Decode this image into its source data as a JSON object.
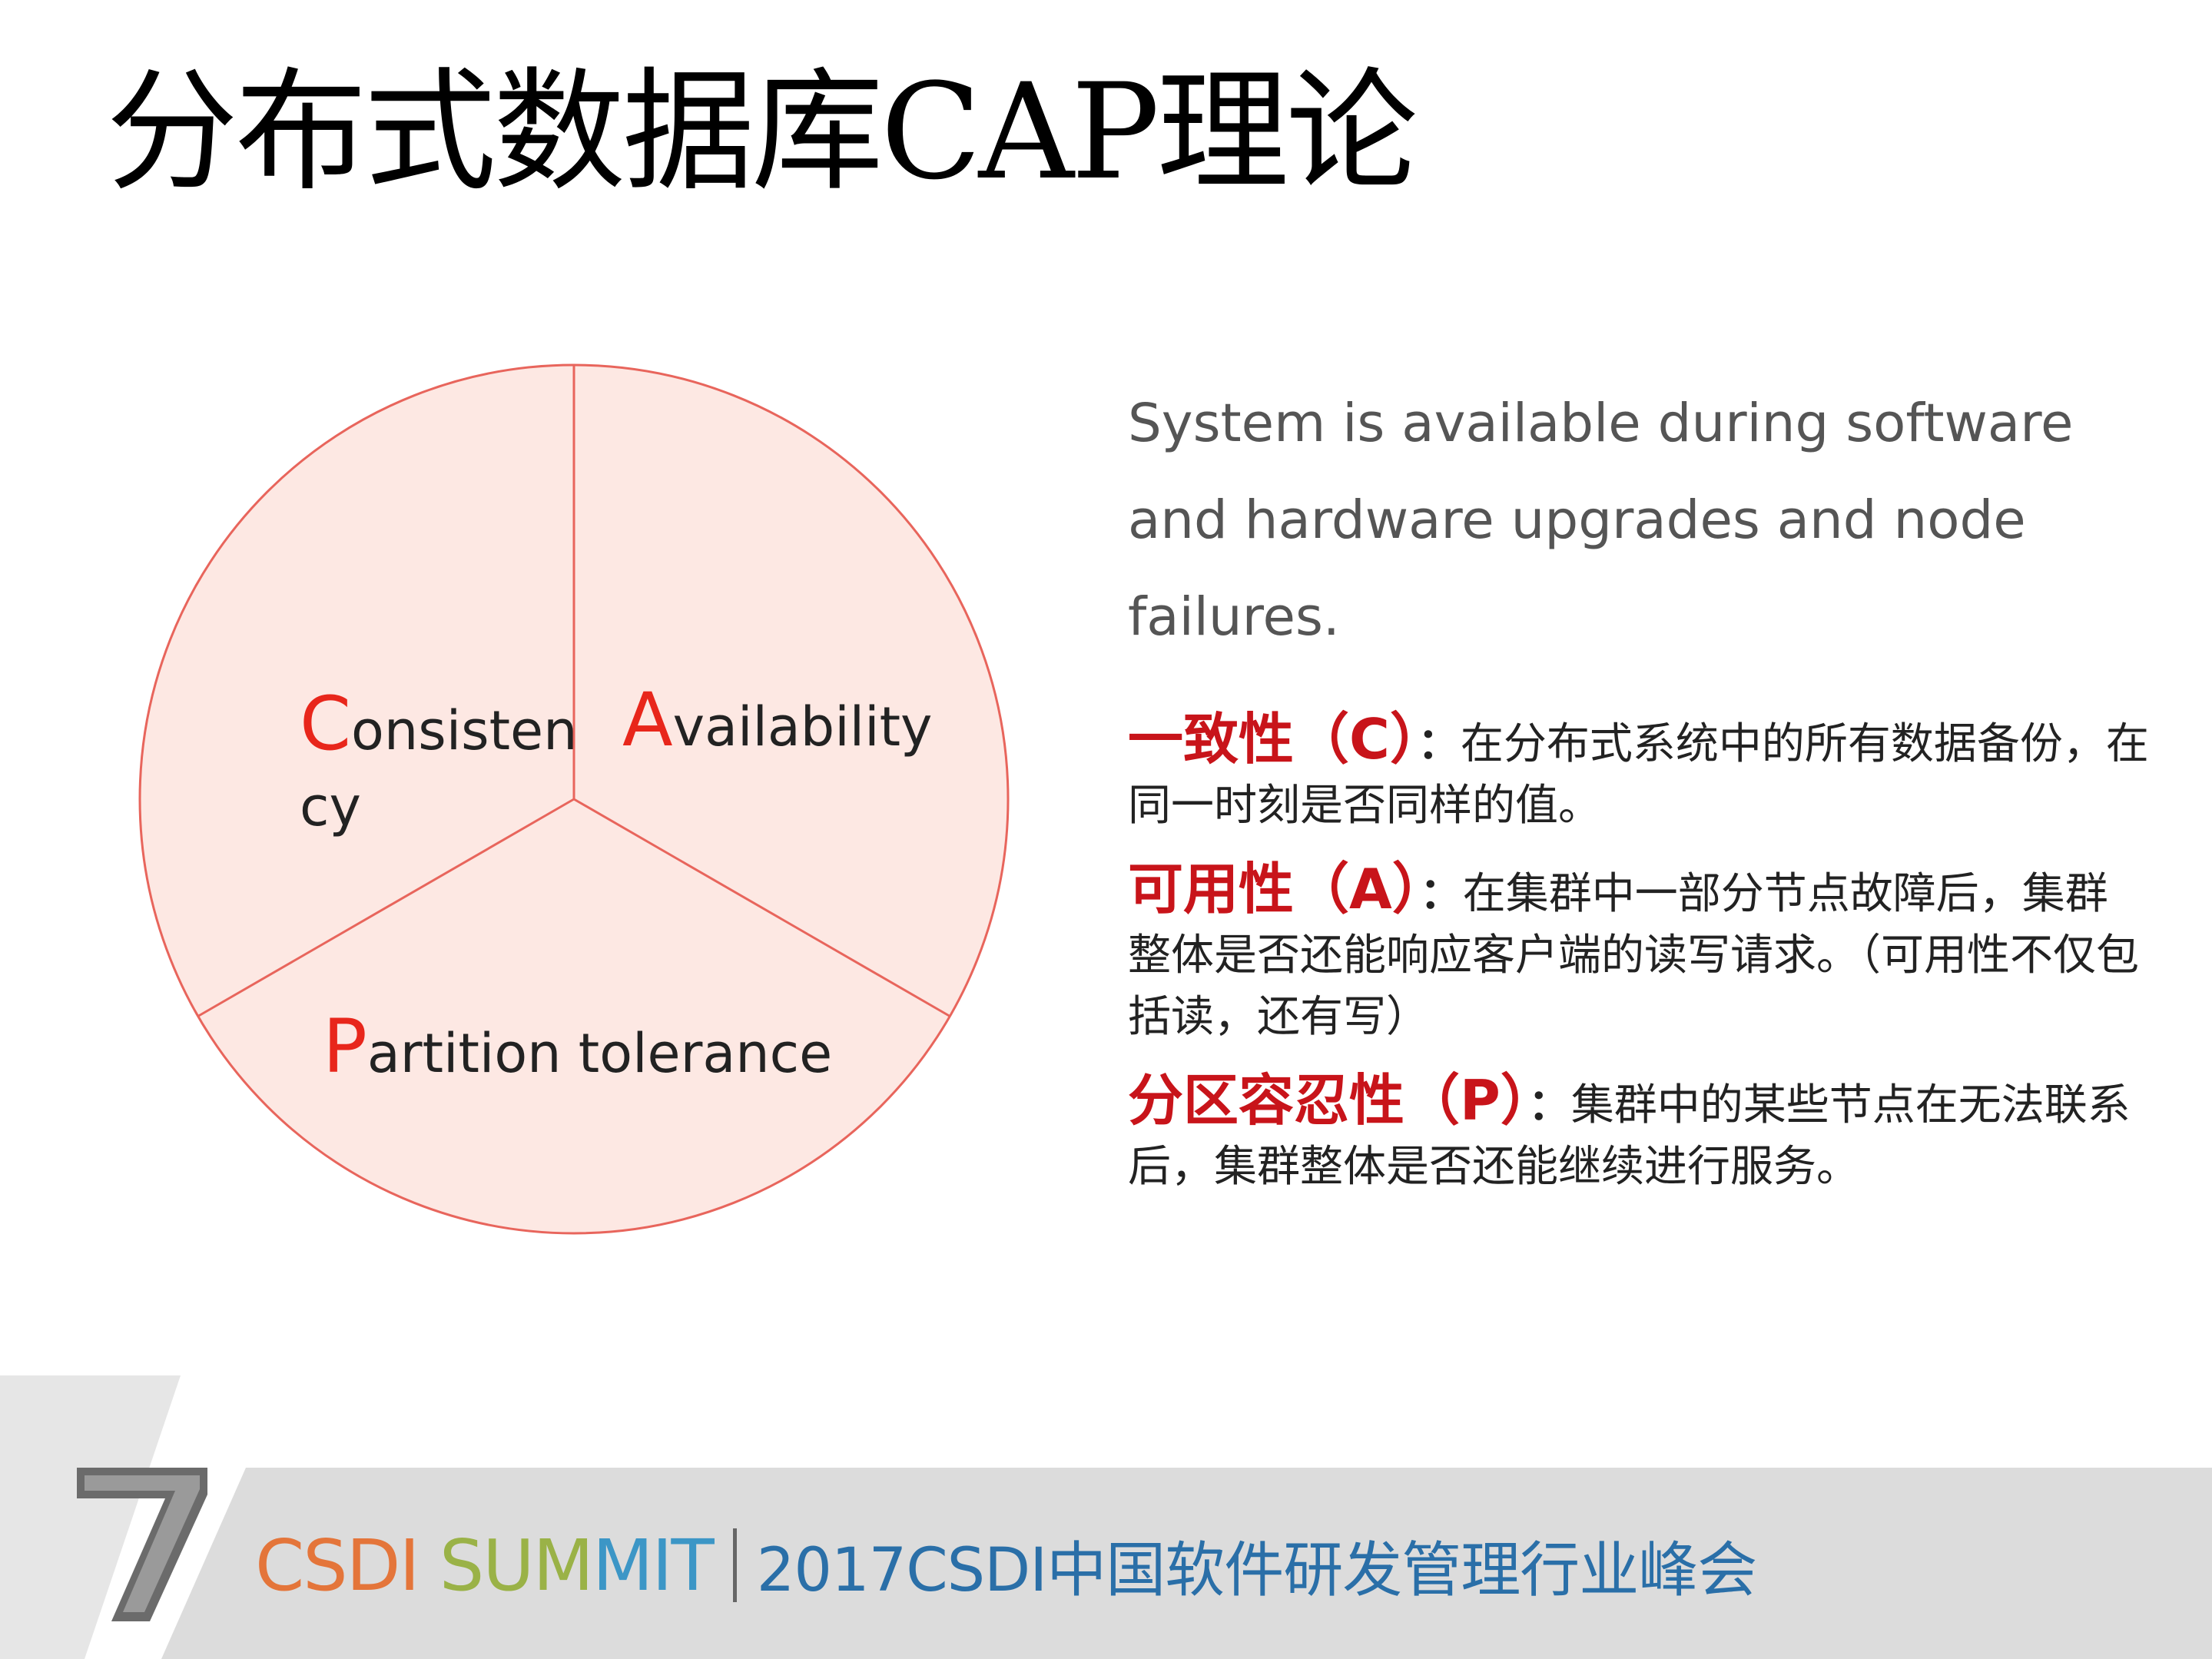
{
  "title": "分布式数据库CAP理论",
  "diagram": {
    "fill_color": "#fde8e3",
    "stroke_color": "#e8655c",
    "segments": [
      {
        "id": "C",
        "initial": "C",
        "rest": "onsistency"
      },
      {
        "id": "A",
        "initial": "A",
        "rest": "vailability"
      },
      {
        "id": "P",
        "initial": "P",
        "rest": "artition tolerance"
      }
    ]
  },
  "description": "System is available during software and hardware upgrades and node failures.",
  "definitions": [
    {
      "term": "一致性（C）",
      "colon": "：",
      "text": "在分布式系统中的所有数据备份，在同一时刻是否同样的值。"
    },
    {
      "term": "可用性（A）",
      "colon": "：",
      "text": "在集群中一部分节点故障后，集群整体是否还能响应客户端的读写请求。（可用性不仅包括读，还有写）"
    },
    {
      "term": "分区容忍性（P）",
      "colon": "：",
      "text": "集群中的某些节点在无法联系后，集群整体是否还能继续进行服务。"
    }
  ],
  "footer": {
    "logo_mark": "7",
    "brand_part1": "CSDI ",
    "brand_part2": "SUM",
    "brand_part3": "MIT",
    "event_name": "2017CSDI中国软件研发管理行业峰会"
  }
}
